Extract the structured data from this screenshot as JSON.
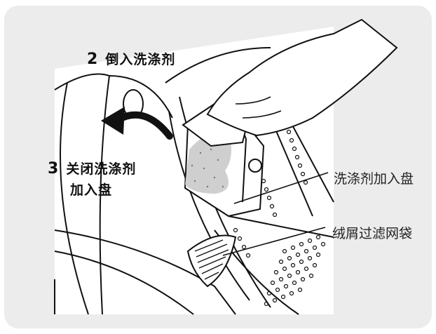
{
  "steps": [
    {
      "number": "2",
      "text": "倒入洗涤剂"
    },
    {
      "number": "3",
      "text_line1": "关闭洗涤剂",
      "text_line2": "加入盘"
    }
  ],
  "callouts": {
    "detergent_tray": "洗涤剂加入盘",
    "lint_filter_bag": "绒屑过滤网袋"
  },
  "colors": {
    "panel_bg": "#ececec",
    "line": "#111111",
    "powder": "#cfcfcf",
    "arrow": "#111111"
  }
}
